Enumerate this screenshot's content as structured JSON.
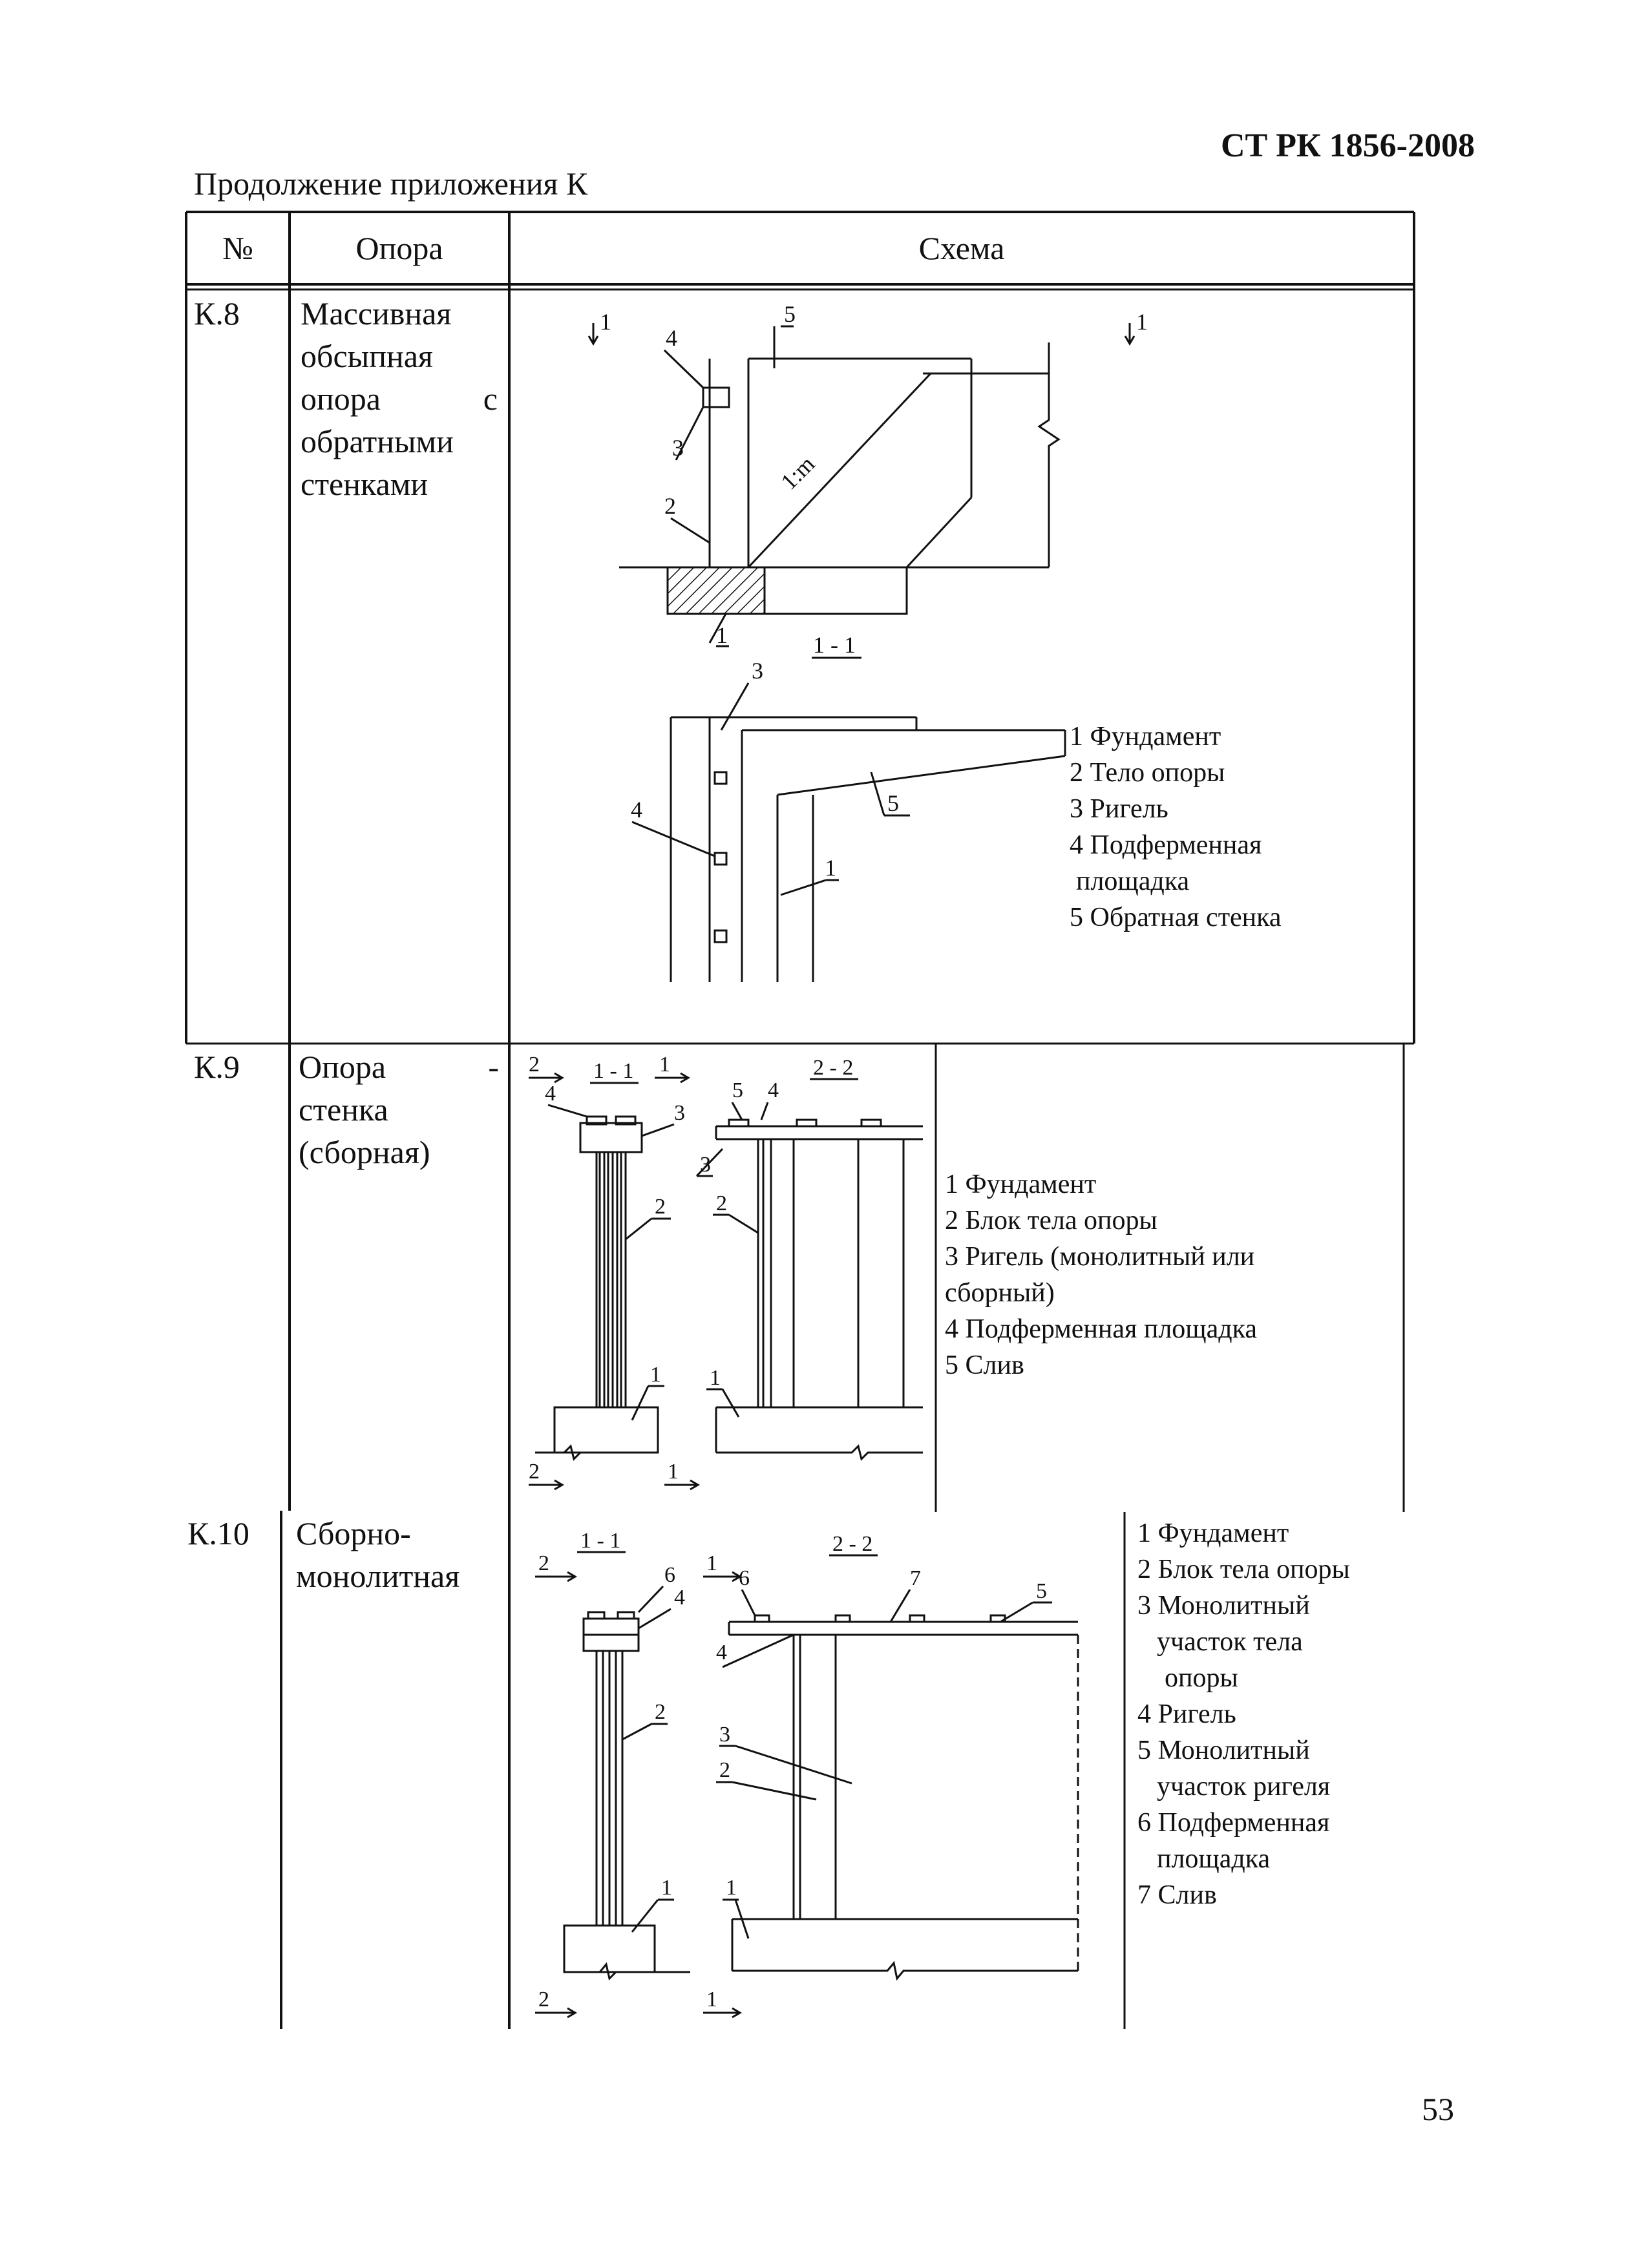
{
  "header": {
    "standard": "СТ РК 1856-2008",
    "continuation": "Продолжение приложения К"
  },
  "table": {
    "columns": [
      "№",
      "Опора",
      "Схема"
    ],
    "rows": [
      {
        "num": "К.8",
        "support_lines": [
          "Массивная",
          "обсыпная",
          "опора с",
          "обратными",
          "стенками"
        ],
        "section_label": "1 - 1",
        "cut_marks": [
          "1",
          "1"
        ],
        "slope": "1:m",
        "callouts": [
          "1",
          "2",
          "3",
          "4",
          "5"
        ],
        "legend": [
          "1 Фундамент",
          "2 Тело опоры",
          "3 Ригель",
          "4 Подферменная",
          "площадка",
          "5 Обратная стенка"
        ]
      },
      {
        "num": "К.9",
        "support_lines": [
          "Опора -",
          "стенка",
          "(сборная)"
        ],
        "section_labels": [
          "1 - 1",
          "2 - 2"
        ],
        "cut_marks": [
          "2",
          "1",
          "2",
          "1"
        ],
        "callouts": [
          "1",
          "2",
          "3",
          "4",
          "5"
        ],
        "legend": [
          "1 Фундамент",
          "2 Блок тела опоры",
          "3 Ригель (монолитный или",
          "сборный)",
          "4 Подферменная площадка",
          "5 Слив"
        ]
      },
      {
        "num": "К.10",
        "support_lines": [
          "Сборно-",
          "монолитная"
        ],
        "section_labels": [
          "1 - 1",
          "2 - 2"
        ],
        "cut_marks": [
          "2",
          "1",
          "2",
          "1"
        ],
        "callouts": [
          "1",
          "2",
          "3",
          "4",
          "5",
          "6",
          "7"
        ],
        "legend": [
          "1 Фундамент",
          "2 Блок тела опоры",
          "3 Монолитный",
          "участок тела",
          "опоры",
          "4 Ригель",
          "5 Монолитный",
          "участок ригеля",
          "6 Подферменная",
          "площадка",
          "7 Слив"
        ]
      }
    ]
  },
  "page_number": "53"
}
